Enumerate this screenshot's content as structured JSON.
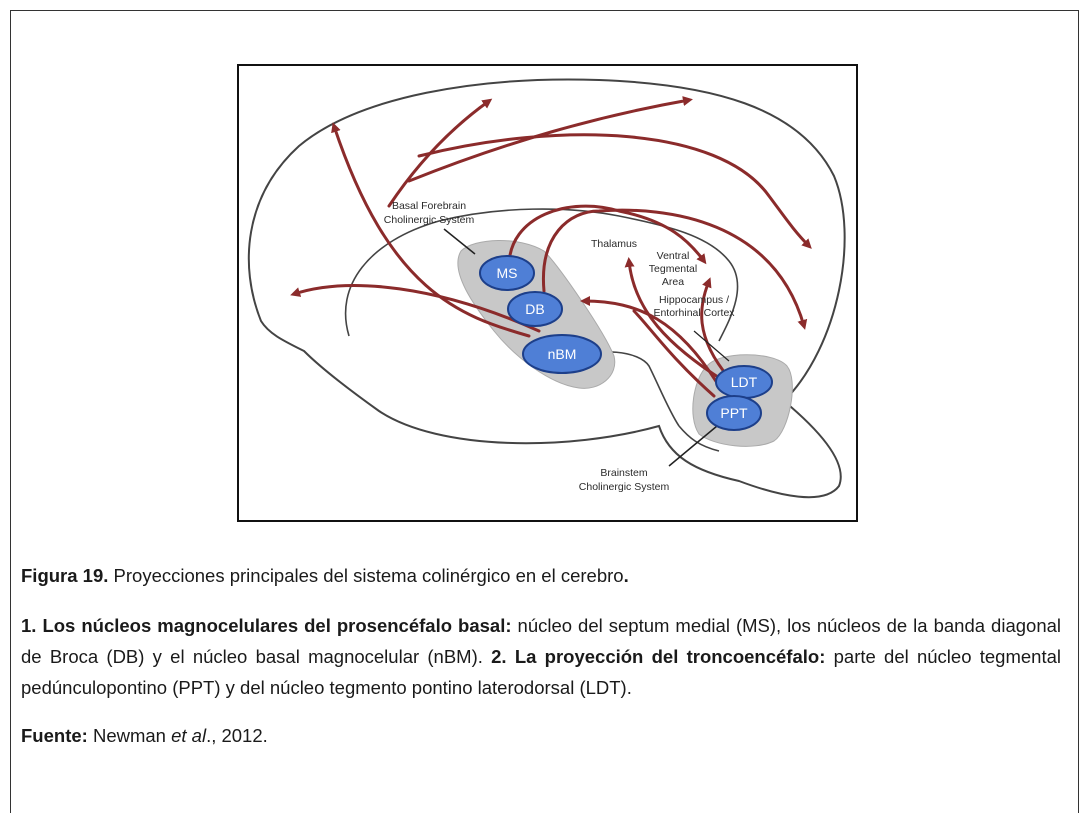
{
  "diagram": {
    "labels": {
      "basal_forebrain": [
        "Basal Forebrain",
        "Cholinergic System"
      ],
      "thalamus": "Thalamus",
      "vta": [
        "Ventral",
        "Tegmental",
        "Area"
      ],
      "hippocampus": [
        "Hippocampus /",
        "Entorhinal Cortex"
      ],
      "brainstem": [
        "Brainstem",
        "Cholinergic System"
      ]
    },
    "nodes": {
      "ms": "MS",
      "db": "DB",
      "nbm": "nBM",
      "ldt": "LDT",
      "ppt": "PPT"
    },
    "colors": {
      "arrow": "#8b2b2b",
      "node_fill": "#4f7fd6",
      "node_stroke": "#1d3f8a",
      "region_fill": "#c8c8c8",
      "outline": "#444444"
    }
  },
  "caption": {
    "figure_label": "Figura 19.",
    "text": " Proyecciones principales del sistema colinérgico en el cerebro",
    "period": "."
  },
  "description": {
    "p1_bold": "1. Los núcleos magnocelulares del prosencéfalo basal:",
    "p1_text": " núcleo del septum medial (MS), los núcleos de la banda diagonal de Broca (DB) y el núcleo basal magnocelular (nBM). ",
    "p2_bold": "2. La proyección del troncoencéfalo:",
    "p2_text": " parte del núcleo tegmental pedúnculopontino (PPT) y del núcleo tegmento pontino laterodorsal (LDT)."
  },
  "source": {
    "label": "Fuente:",
    "author": " Newman ",
    "etal": "et al",
    "rest": "., 2012."
  }
}
